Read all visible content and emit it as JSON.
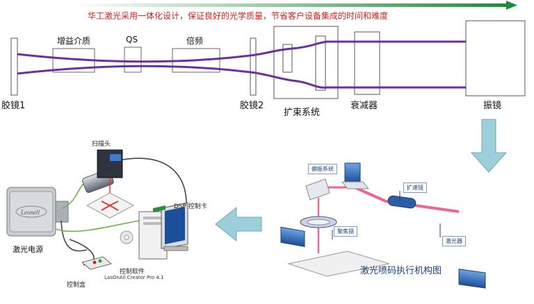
{
  "banner": "华工激光采用一体化设计，保证良好的光学质量，节省客户设备集成的时间和难度",
  "colors": {
    "beam": "#6b2fa0",
    "banner_text": "#d0231c",
    "arrow_green": "#1f8a3a",
    "flow_arrow": "#9ccfd9",
    "laser_beam": "#e94b7a"
  },
  "top_labels": {
    "glue_mirror_1": "胶镜1",
    "gain_medium": "增益介质",
    "qs": "QS",
    "doubler": "倍频",
    "glue_mirror_2": "胶镜2",
    "beam_expander": "扩束系统",
    "attenuator": "衰减器",
    "galvo": "振镜"
  },
  "system_labels": {
    "scan_head": "扫描头",
    "dsp_card": "DSP 控制卡",
    "laser_psu": "激光电源",
    "control_software": "控制软件",
    "software_name": "LasOnAll Creator Pro 4.1",
    "control_box": "控制盒"
  },
  "mechanism": {
    "title": "激光喷码执行机构图",
    "deflection": "偏振系统",
    "expander": "扩速镜",
    "focus": "聚焦镜",
    "laser": "激光器"
  },
  "icons": [
    "right-arrow-icon",
    "down-arrow-icon",
    "left-arrow-icon"
  ]
}
